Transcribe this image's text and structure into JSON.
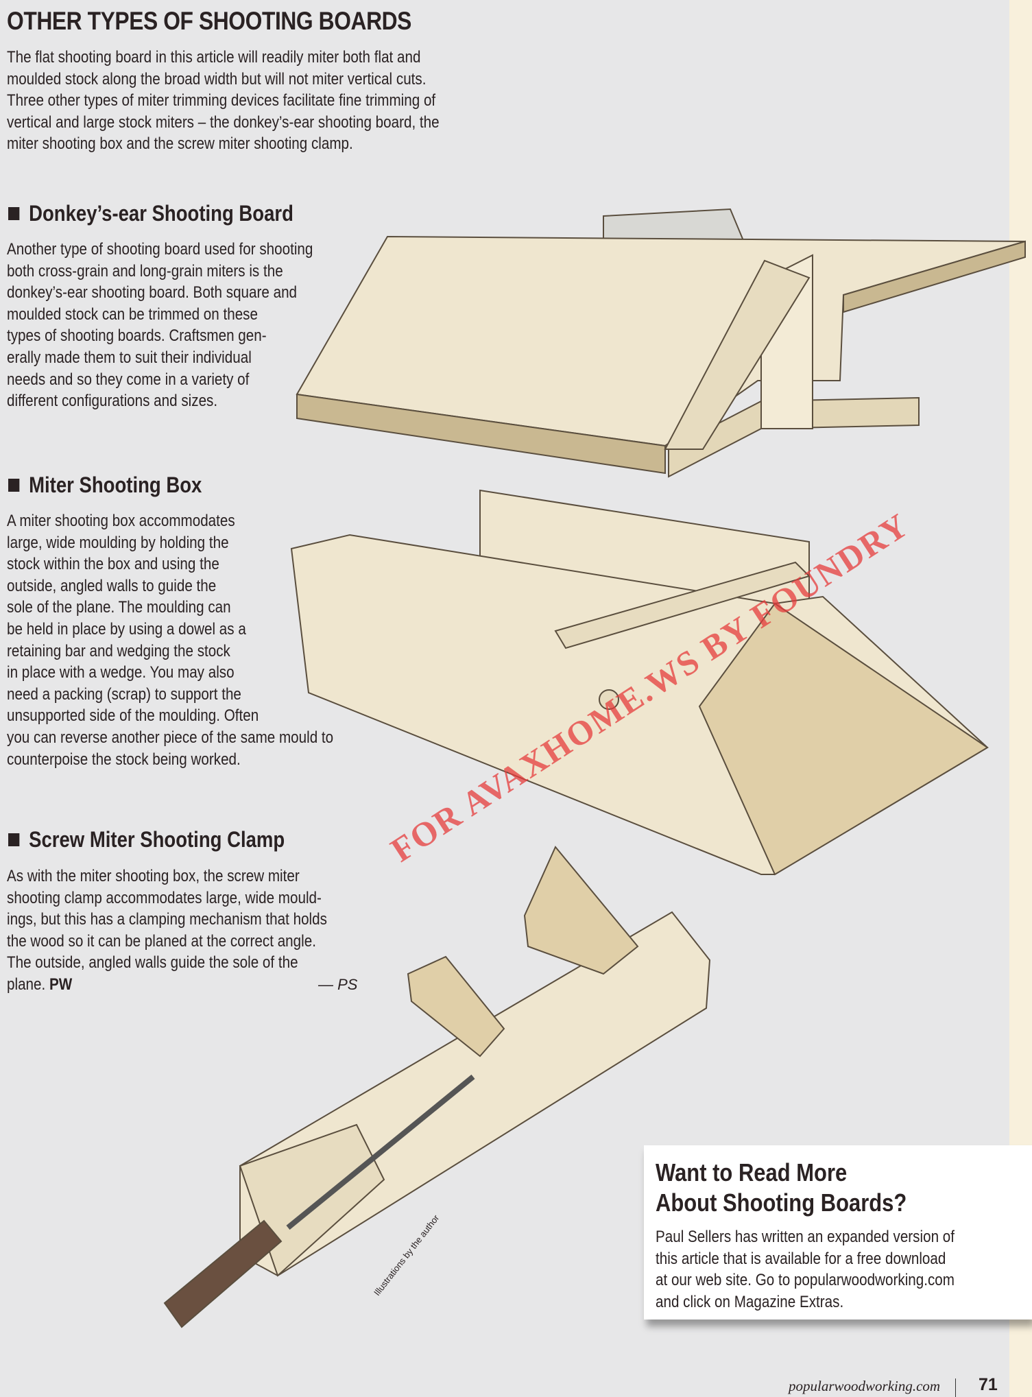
{
  "title": "OTHER TYPES OF SHOOTING BOARDS",
  "intro": [
    "The flat shooting board in this article will readily miter both flat and",
    "moulded stock along the broad width but will not miter vertical cuts.",
    "Three other types of miter trimming devices facilitate fine trimming of",
    "vertical and large stock miters – the donkey’s-ear shooting board, the",
    "miter shooting box and the screw miter shooting clamp."
  ],
  "sections": [
    {
      "heading": "Donkey’s-ear Shooting Board",
      "lines": [
        "Another type of shooting board used for shooting",
        "both cross-grain and long-grain miters is the",
        "donkey’s-ear shooting board. Both square and",
        "moulded stock can be trimmed on these",
        "types of shooting boards. Craftsmen gen-",
        "erally made them to suit their individual",
        "needs and so they come in a variety of",
        "different configurations and sizes."
      ]
    },
    {
      "heading": "Miter Shooting Box",
      "lines": [
        "A miter shooting box accommodates",
        "large, wide moulding by holding the",
        "stock within the box and using the",
        "outside, angled walls to guide the",
        "sole of the plane. The moulding can",
        "be held in place by using a dowel as a",
        "retaining bar and wedging the stock",
        "in place with a wedge. You may also",
        "need a packing (scrap) to support the",
        "unsupported side of the moulding. Often",
        "you can reverse another piece of the same mould to",
        "counterpoise the stock being worked."
      ]
    },
    {
      "heading": "Screw Miter Shooting Clamp",
      "lines": [
        "As with the miter shooting box, the screw miter",
        "shooting clamp accommodates large, wide mould-",
        "ings, but this has a clamping mechanism that holds",
        "the wood so it can be planed at the correct angle.",
        "The outside, angled walls guide the sole of the"
      ],
      "last_line": "plane.",
      "end_mark": "PW",
      "byline": "— PS"
    }
  ],
  "sidebar": {
    "heading": [
      "Want to Read More",
      "About Shooting Boards?"
    ],
    "lines": [
      "Paul Sellers has written an expanded version of",
      "this article that is available for a free download",
      "at our web site. Go to popularwoodworking.com",
      "and click on Magazine Extras."
    ]
  },
  "credit": "Illustrations by the author",
  "watermark": "FOR AVAXHOME.WS BY FOUNDRY",
  "footer": {
    "url": "popularwoodworking.com",
    "page": "71"
  },
  "colors": {
    "page_bg": "#e7e7e8",
    "strip": "#f8f0dc",
    "wood": "#efe6cf",
    "wood_dark": "#d9cba7",
    "watermark": "#e63c3c"
  }
}
